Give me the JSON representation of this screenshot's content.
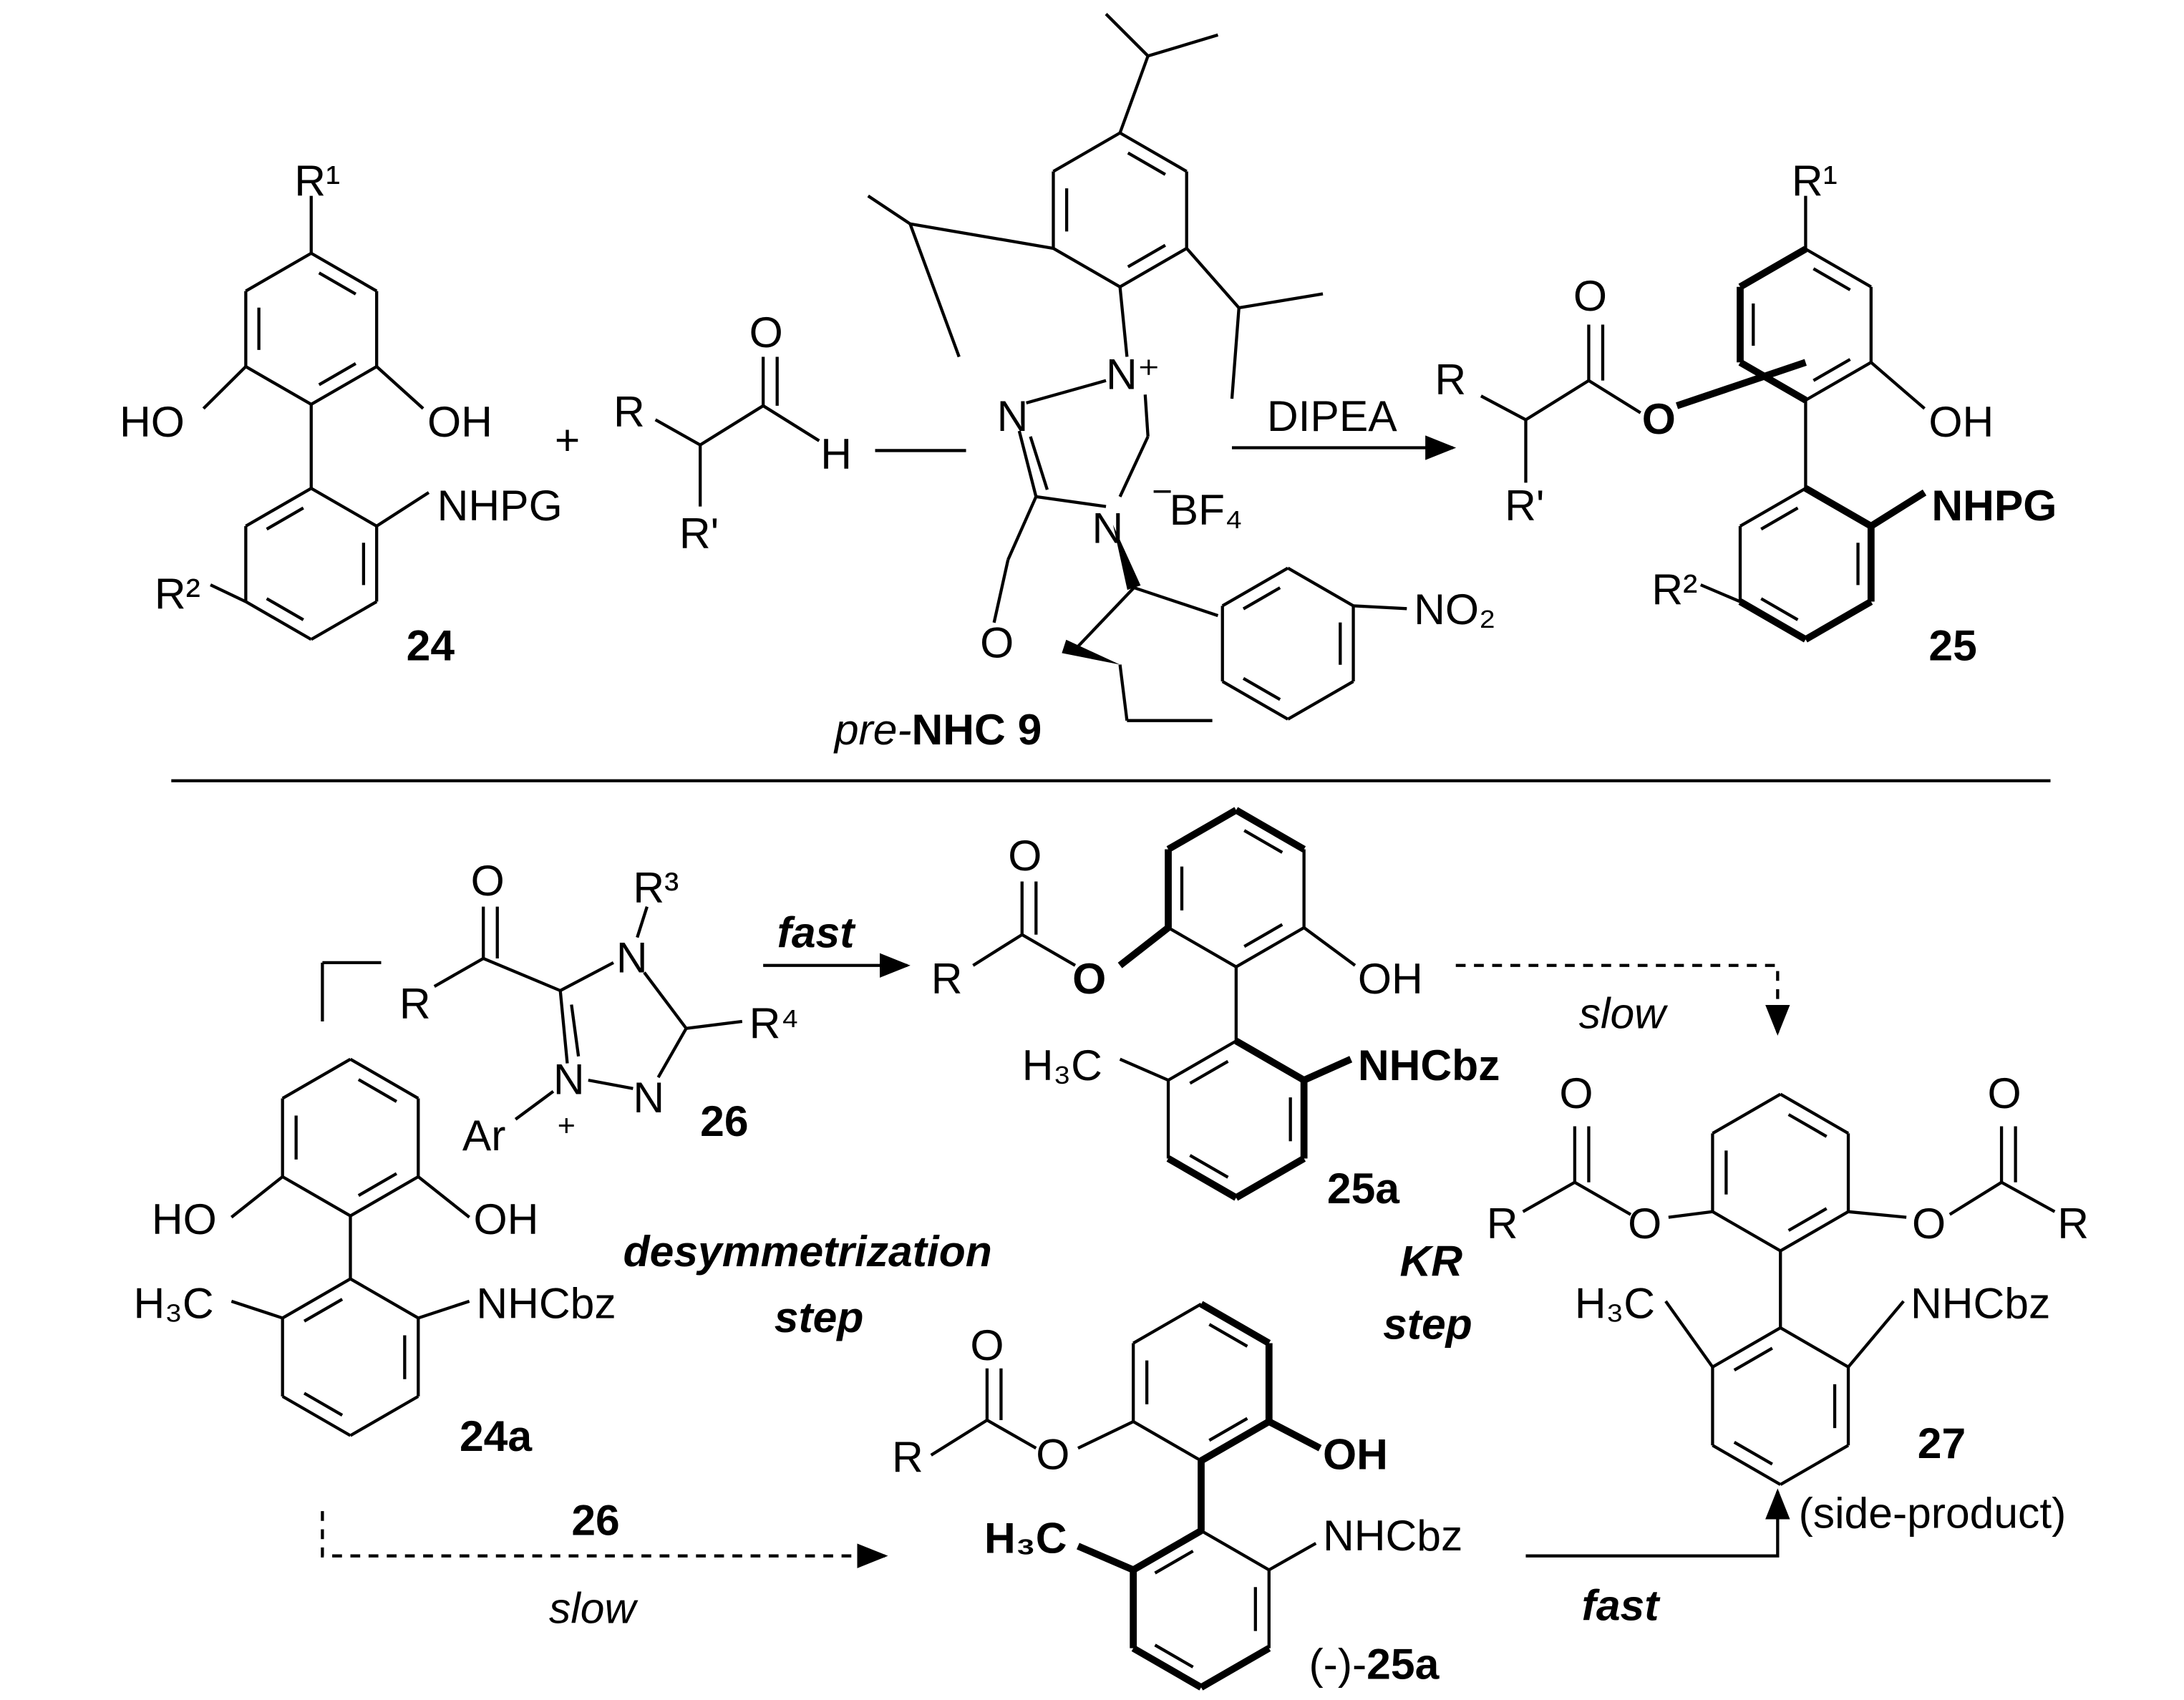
{
  "top": {
    "c24": {
      "r1": "R¹",
      "ho": "HO",
      "oh": "OH",
      "nhpg": "NHPG",
      "r2": "R²",
      "label": "24"
    },
    "plus": "+",
    "aldehyde": {
      "o": "O",
      "r": "R",
      "h": "H",
      "rp": "R'"
    },
    "nhc": {
      "n1": "N",
      "n2": "N⁺",
      "n3": "N",
      "o": "O",
      "no2": "NO₂",
      "bf4": "‾BF₄",
      "pre": "pre-",
      "label": "NHC 9"
    },
    "arrow_label": "DIPEA",
    "c25": {
      "r1": "R¹",
      "o_carbonyl": "O",
      "r": "R",
      "rp": "R'",
      "o": "O",
      "oh": "OH",
      "nhpg": "NHPG",
      "r2": "R²",
      "label": "25"
    }
  },
  "bottom": {
    "c26": {
      "o": "O",
      "r": "R",
      "r3": "R³",
      "n4": "N",
      "r4": "R⁴",
      "n1": "N",
      "n2": "N",
      "ar": "Ar",
      "plus": "+",
      "label": "26"
    },
    "c24a": {
      "ho": "HO",
      "oh": "OH",
      "h3c": "H₃C",
      "nhcbz": "NHCbz",
      "label": "24a"
    },
    "fast1": "fast",
    "desym": [
      "desymmetrization",
      "step"
    ],
    "c25a": {
      "o_carbonyl": "O",
      "r": "R",
      "o": "O",
      "oh": "OH",
      "h3c": "H₃C",
      "nhcbz": "NHCbz",
      "label": "25a"
    },
    "slow1": "slow",
    "kr": [
      "KR",
      "step"
    ],
    "c27": {
      "o1": "O",
      "o2": "O",
      "r1": "R",
      "r2": "R",
      "oa": "O",
      "ob": "O",
      "h3c": "H₃C",
      "nhcbz": "NHCbz",
      "label": "27",
      "note": "(side-product)"
    },
    "cm25a": {
      "o_carbonyl": "O",
      "r": "R",
      "o": "O",
      "oh": "OH",
      "h3c": "H₃C",
      "nhcbz": "NHCbz",
      "prefix": "(-)-",
      "label": "25a"
    },
    "reagent26": "26",
    "slow2": "slow",
    "fast2": "fast"
  }
}
